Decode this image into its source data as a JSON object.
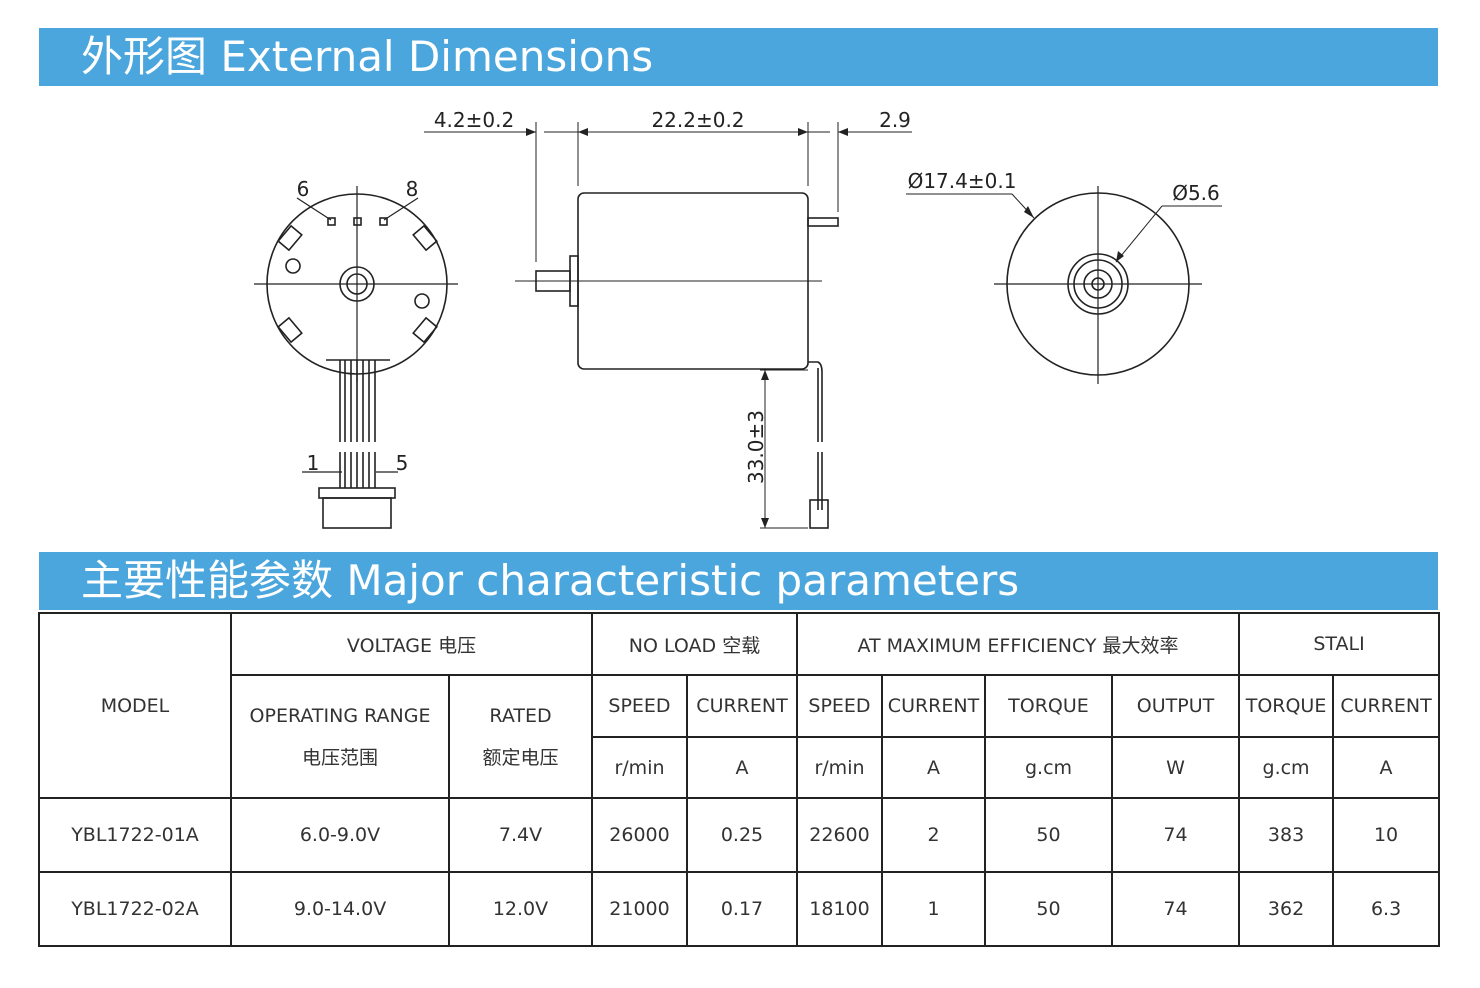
{
  "section1": {
    "title": "外形图 External Dimensions"
  },
  "dimensions": {
    "front_pin_left": "6",
    "front_pin_right": "8",
    "lead_pin_left": "1",
    "lead_pin_right": "5",
    "shaft_length": "4.2±0.2",
    "body_length": "22.2±0.2",
    "rear_shaft": "2.9",
    "lead_length": "33.0±3",
    "body_diameter": "Ø17.4±0.1",
    "shaft_diameter": "Ø5.6"
  },
  "section2": {
    "title": "主要性能参数 Major characteristic parameters"
  },
  "table": {
    "model": "MODEL",
    "voltage": "VOLTAGE 电压",
    "operating_range_en": "OPERATING RANGE",
    "operating_range_cn": "电压范围",
    "rated_en": "RATED",
    "rated_cn": "额定电压",
    "no_load": "NO LOAD 空载",
    "max_eff": "AT MAXIMUM EFFICIENCY 最大效率",
    "stall": "STALI",
    "col_labels": [
      "SPEED",
      "CURRENT",
      "SPEED",
      "CURRENT",
      "TORQUE",
      "OUTPUT",
      "TORQUE",
      "CURRENT"
    ],
    "col_units": [
      "r/min",
      "A",
      "r/min",
      "A",
      "g.cm",
      "W",
      "g.cm",
      "A"
    ],
    "rows": [
      [
        "YBL1722-01A",
        "6.0-9.0V",
        "7.4V",
        "26000",
        "0.25",
        "22600",
        "2",
        "50",
        "74",
        "383",
        "10"
      ],
      [
        "YBL1722-02A",
        "9.0-14.0V",
        "12.0V",
        "21000",
        "0.17",
        "18100",
        "1",
        "50",
        "74",
        "362",
        "6.3"
      ]
    ]
  }
}
